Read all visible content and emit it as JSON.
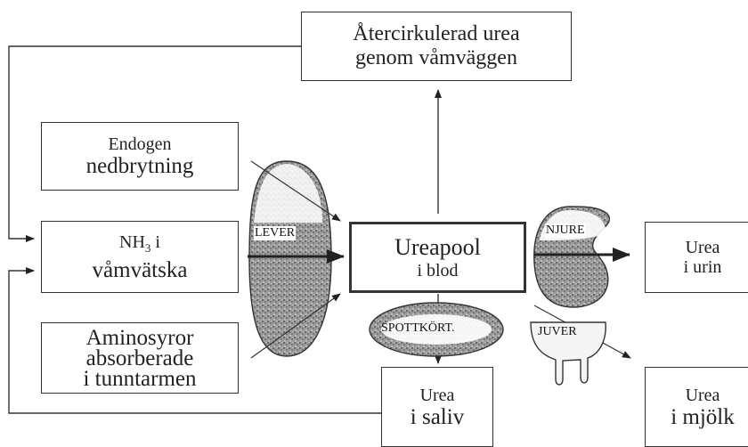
{
  "boxes": {
    "recycled": {
      "line1": "Återcirkulerad urea",
      "line2": "genom våmväggen"
    },
    "endogen": {
      "line1": "Endogen",
      "line2": "nedbrytning"
    },
    "nh3": {
      "line1_pre": "NH",
      "line1_sub": "3",
      "line1_post": " i",
      "line2": "våmvätska"
    },
    "amino": {
      "line1": "Aminosyror",
      "line2": "absorberade",
      "line3": "i tunntarmen"
    },
    "pool": {
      "line1": "Ureapool",
      "line2": "i blod"
    },
    "urine": {
      "line1": "Urea",
      "line2": "i urin"
    },
    "saliva": {
      "line1": "Urea",
      "line2": "i saliv"
    },
    "milk": {
      "line1": "Urea",
      "line2": "i mjölk"
    }
  },
  "organs": {
    "liver": "LEVER",
    "kidney": "NJURE",
    "salivary": "SPOTTKÖRT.",
    "udder": "JUVER"
  }
}
